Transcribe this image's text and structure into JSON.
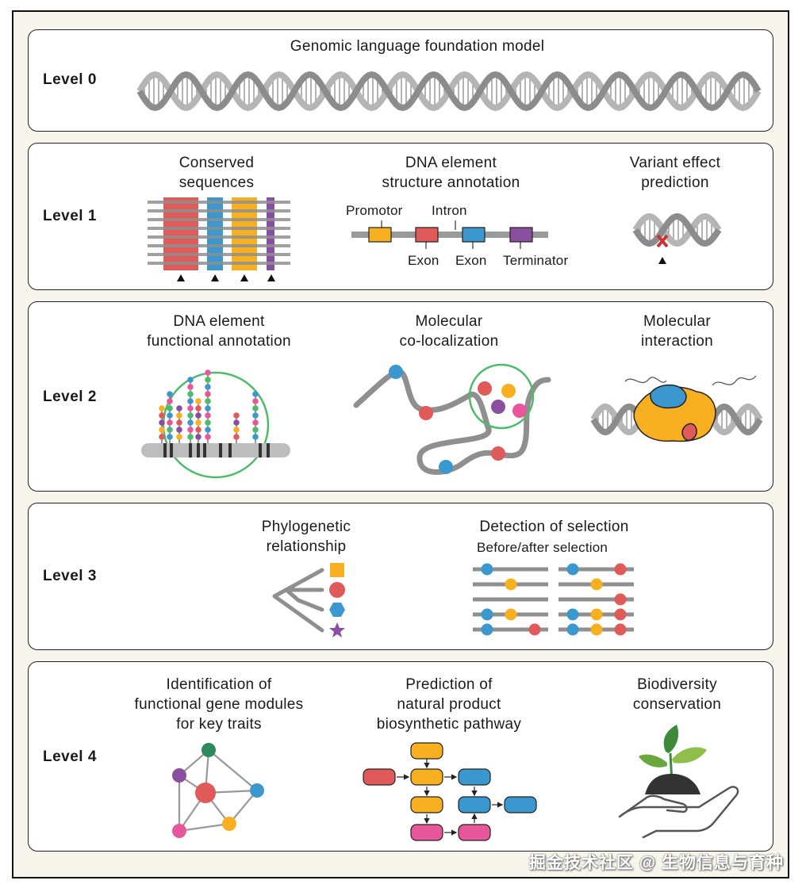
{
  "colors": {
    "red": "#e05a5a",
    "blue": "#3a98cf",
    "orange": "#f8b020",
    "purple": "#8a4ea0",
    "green": "#4cbc6a",
    "pink": "#e8579a",
    "gray": "#8f8f8f",
    "teal": "#2c8a5c"
  },
  "levels": [
    {
      "name": "Level 0",
      "items": [
        {
          "lines": [
            "Genomic language foundation model"
          ]
        }
      ]
    },
    {
      "name": "Level 1",
      "items": [
        {
          "lines": [
            "Conserved",
            "sequences"
          ]
        },
        {
          "lines": [
            "DNA element",
            "structure annotation"
          ],
          "parts": {
            "promotor": "Promotor",
            "intron": "Intron",
            "exon1": "Exon",
            "exon2": "Exon",
            "terminator": "Terminator"
          }
        },
        {
          "lines": [
            "Variant effect",
            "prediction"
          ]
        }
      ]
    },
    {
      "name": "Level 2",
      "items": [
        {
          "lines": [
            "DNA element",
            "functional annotation"
          ]
        },
        {
          "lines": [
            "Molecular",
            "co-localization"
          ]
        },
        {
          "lines": [
            "Molecular",
            "interaction"
          ]
        }
      ]
    },
    {
      "name": "Level 3",
      "items": [
        {
          "lines": [
            "Phylogenetic",
            "relationship"
          ]
        },
        {
          "lines": [
            "Detection of selection"
          ],
          "sub": "Before/after selection"
        }
      ]
    },
    {
      "name": "Level 4",
      "items": [
        {
          "lines": [
            "Identification of",
            "functional gene modules",
            "for key traits"
          ]
        },
        {
          "lines": [
            "Prediction of",
            "natural product",
            "biosynthetic pathway"
          ]
        },
        {
          "lines": [
            "Biodiversity",
            "conservation"
          ]
        }
      ]
    }
  ],
  "watermark": "掘金技术社区 @ 生物信息与育种"
}
